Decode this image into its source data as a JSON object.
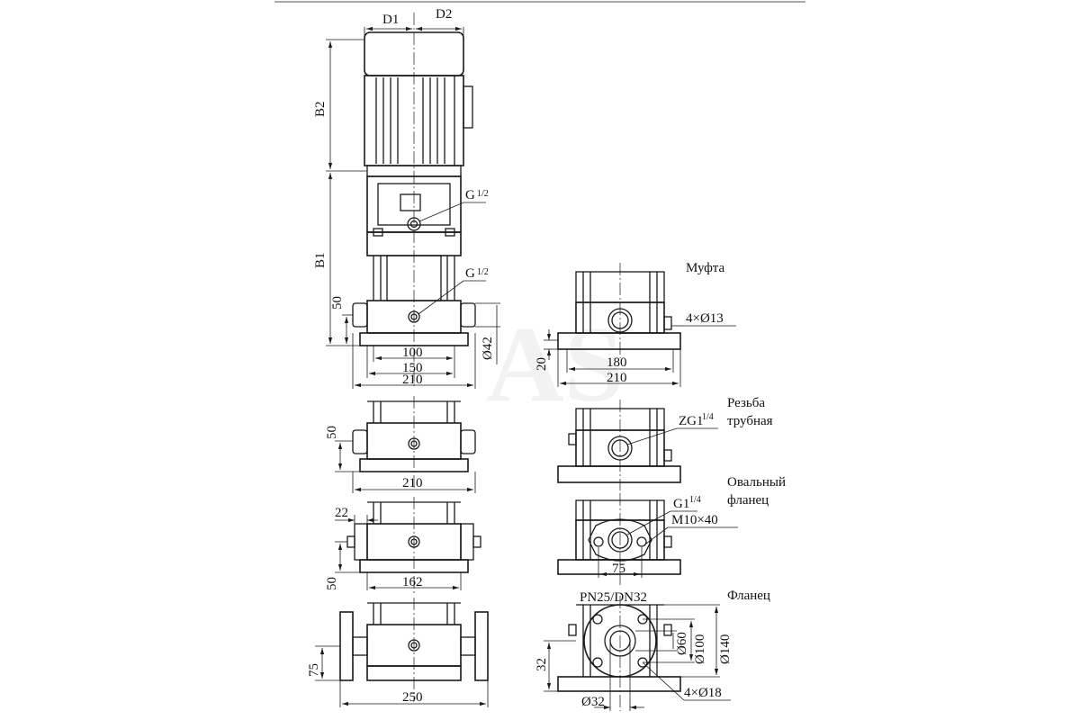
{
  "watermark": "AS",
  "main_view": {
    "D1": "D1",
    "D2": "D2",
    "B2": "B2",
    "B1": "B1",
    "h50": "50",
    "G_top": "G",
    "G_mid": "G",
    "half": "1/2",
    "w100": "100",
    "w150": "150",
    "w210": "210",
    "d42": "Ø42"
  },
  "mufta": {
    "title": "Муфта",
    "bolts": "4×Ø13",
    "w180": "180",
    "w210": "210",
    "h20": "20"
  },
  "rezba": {
    "title_line1": "Резьба",
    "title_line2": "трубная",
    "thread": "ZG1",
    "frac": "1/4"
  },
  "view3": {
    "h50": "50",
    "w210": "210"
  },
  "oval": {
    "title_line1": "Овальный",
    "title_line2": "фланец",
    "thread": "G1",
    "frac": "1/4",
    "bolt": "M10×40",
    "w75": "75"
  },
  "view4": {
    "w22": "22",
    "h50": "50",
    "w162": "162"
  },
  "flanec": {
    "title": "Фланец",
    "spec": "PN25/DN32",
    "d60": "Ø60",
    "d100": "Ø100",
    "d140": "Ø140",
    "h32": "32",
    "d32": "Ø32",
    "bolts": "4×Ø18"
  },
  "view5": {
    "h75": "75",
    "w250": "250"
  }
}
